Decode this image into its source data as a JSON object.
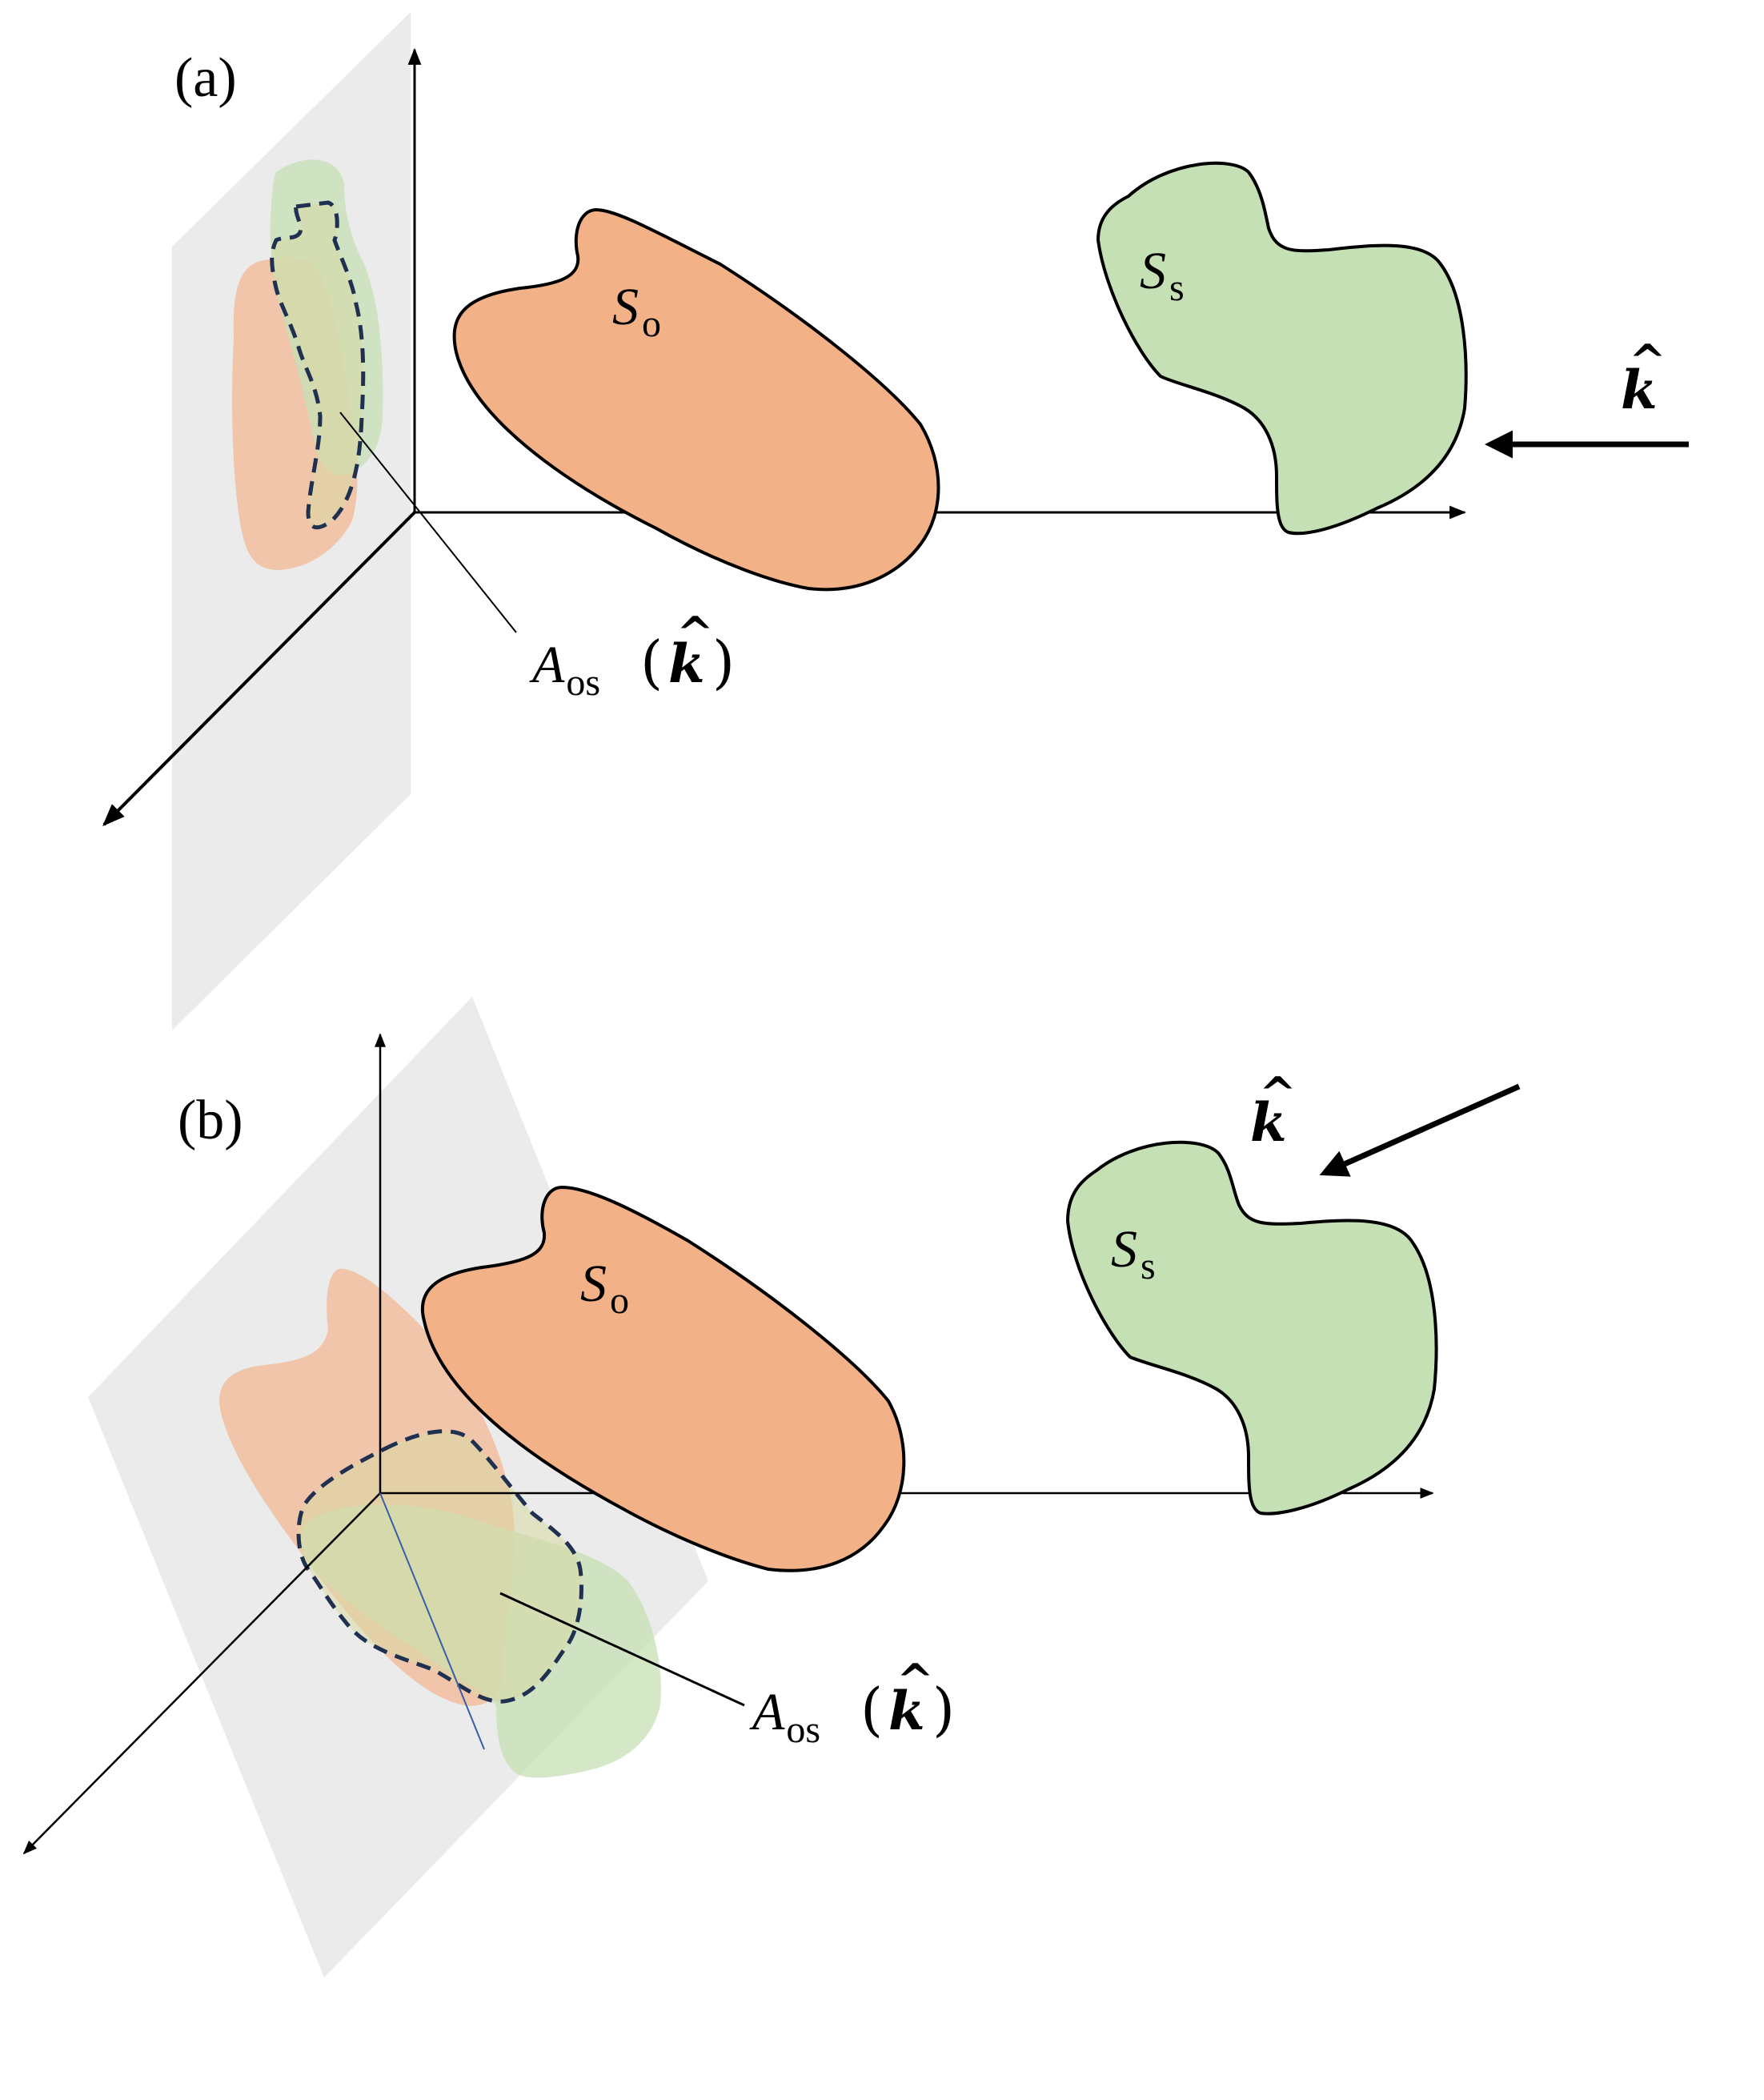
{
  "panel_a": {
    "label": "(a)",
    "object_label": {
      "main": "S",
      "sub": "o"
    },
    "source_label": {
      "main": "S",
      "sub": "s"
    },
    "direction_label": {
      "main": "k",
      "hat": "^"
    },
    "overlap_label": {
      "main": "A",
      "sub": "os",
      "open": "(",
      "arg": "k",
      "hat": "^",
      "close": ")"
    }
  },
  "panel_b": {
    "label": "(b)",
    "object_label": {
      "main": "S",
      "sub": "o"
    },
    "source_label": {
      "main": "S",
      "sub": "s"
    },
    "direction_label": {
      "main": "k",
      "hat": "^"
    },
    "overlap_label": {
      "main": "A",
      "sub": "os",
      "open": "(",
      "arg": "k",
      "hat": "^",
      "close": ")"
    }
  },
  "colors": {
    "object_fill": "#F2B187",
    "source_fill": "#C5E0B5",
    "projection_plane": "#EBEBEB",
    "overlap_outline": "#1F3050"
  }
}
